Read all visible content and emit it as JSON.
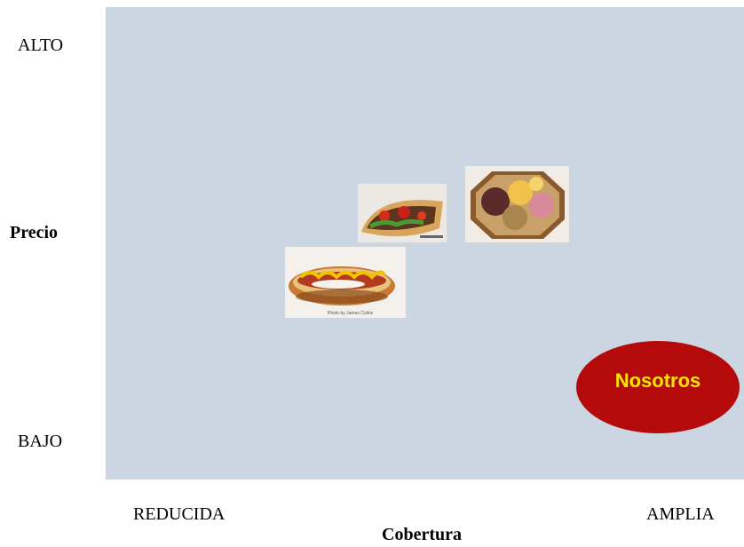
{
  "y_axis": {
    "top_label": "ALTO",
    "title": "Precio",
    "bottom_label": "BAJO"
  },
  "x_axis": {
    "left_label": "REDUCIDA",
    "title": "Cobertura",
    "right_label": "AMPLIA"
  },
  "items": {
    "hotdog": {
      "caption": "Photo by James Colins"
    },
    "oval": {
      "label": "Nosotros"
    }
  },
  "colors": {
    "plot_bg": "#cbd6e2",
    "oval_fill": "#b40a0a",
    "oval_text": "#ffe700"
  }
}
